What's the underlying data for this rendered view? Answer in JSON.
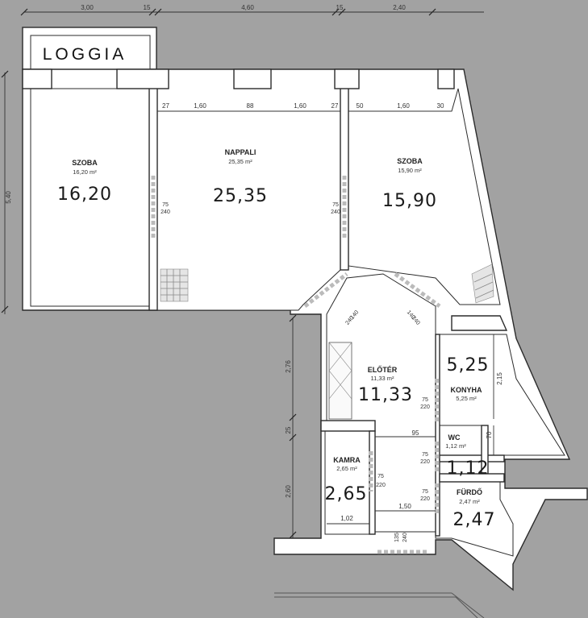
{
  "top_dimensions": [
    "3,00",
    "15",
    "4,60",
    "15",
    "2,40"
  ],
  "left_dimensions": [
    "5,40"
  ],
  "mid_dimensions": [
    "2,76",
    "25",
    "2,60"
  ],
  "inner_dimensions": {
    "nappali": [
      "27",
      "1,60",
      "88",
      "1,60",
      "27"
    ],
    "szoba2": [
      "50",
      "1,60",
      "30"
    ],
    "konyha_h": "2,15",
    "wc_h": "70",
    "eloter_w": "95",
    "kamra_w": "1,02",
    "bottom_w": "1,50"
  },
  "loggia": "LOGGIA",
  "rooms": [
    {
      "name": "SZOBA",
      "area": "16,20 m²",
      "big": "16,20"
    },
    {
      "name": "NAPPALI",
      "area": "25,35 m²",
      "big": "25,35"
    },
    {
      "name": "SZOBA",
      "area": "15,90 m²",
      "big": "15,90"
    },
    {
      "name": "ELŐTÉR",
      "area": "11,33 m²",
      "big": "11,33"
    },
    {
      "name": "KONYHA",
      "area": "5,25 m²",
      "big": "5,25"
    },
    {
      "name": "WC",
      "area": "1,12 m²",
      "big": "1,12"
    },
    {
      "name": "KAMRA",
      "area": "2,65 m²",
      "big": "2,65"
    },
    {
      "name": "FÜRDŐ",
      "area": "2,47 m²",
      "big": "2,47"
    }
  ],
  "doors": [
    {
      "w": "75",
      "h": "240"
    },
    {
      "w": "75",
      "h": "240"
    },
    {
      "w": "140",
      "h": "240"
    },
    {
      "w": "140",
      "h": "240"
    },
    {
      "w": "75",
      "h": "220"
    },
    {
      "w": "75",
      "h": "220"
    },
    {
      "w": "75",
      "h": "220"
    },
    {
      "w": "75",
      "h": "220"
    },
    {
      "w": "135",
      "h": "240"
    }
  ]
}
